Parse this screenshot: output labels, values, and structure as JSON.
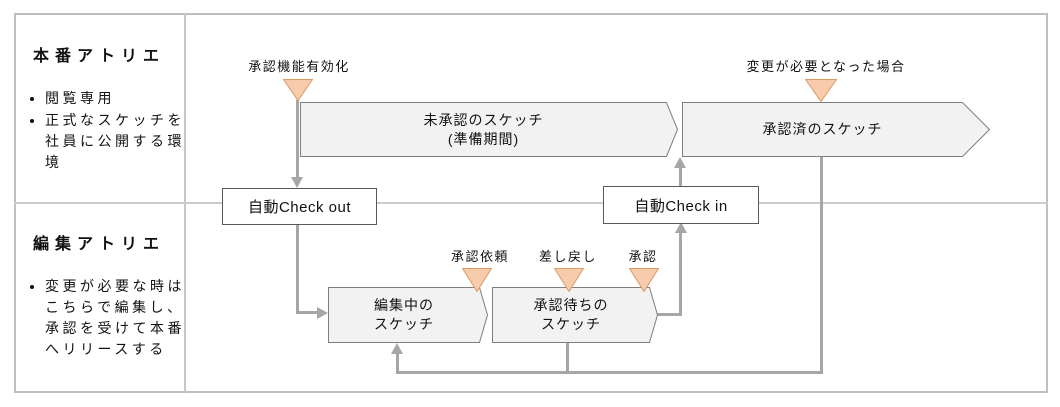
{
  "colors": {
    "stage_fill": "#F2F2F2",
    "stage_border": "#7F7F7F",
    "marker_fill": "#F8CBAD",
    "marker_border": "#D99B61",
    "connector": "#A6A6A6",
    "frame_border": "#BFBFBF",
    "action_border": "#595959"
  },
  "left_panel": {
    "production": {
      "title": "本番アトリエ",
      "bullets": [
        "閲覧専用",
        "正式なスケッチを社員に公開する環境"
      ]
    },
    "editing": {
      "title": "編集アトリエ",
      "bullets": [
        "変更が必要な時はこちらで編集し、承認を受けて本番へリリースする"
      ]
    }
  },
  "flow": {
    "markers": {
      "approval_enabled": {
        "label": "承認機能有効化"
      },
      "change_needed": {
        "label": "変更が必要となった場合"
      },
      "approval_request": {
        "label": "承認依頼"
      },
      "send_back": {
        "label": "差し戻し"
      },
      "approve": {
        "label": "承認"
      }
    },
    "stages": {
      "unapproved": {
        "line1": "未承認のスケッチ",
        "line2": "(準備期間)"
      },
      "approved": {
        "line1": "承認済のスケッチ",
        "line2": ""
      },
      "editing": {
        "line1": "編集中の",
        "line2": "スケッチ"
      },
      "waiting": {
        "line1": "承認待ちの",
        "line2": "スケッチ"
      }
    },
    "actions": {
      "checkout": {
        "label": "自動Check out"
      },
      "checkin": {
        "label": "自動Check in"
      }
    }
  }
}
